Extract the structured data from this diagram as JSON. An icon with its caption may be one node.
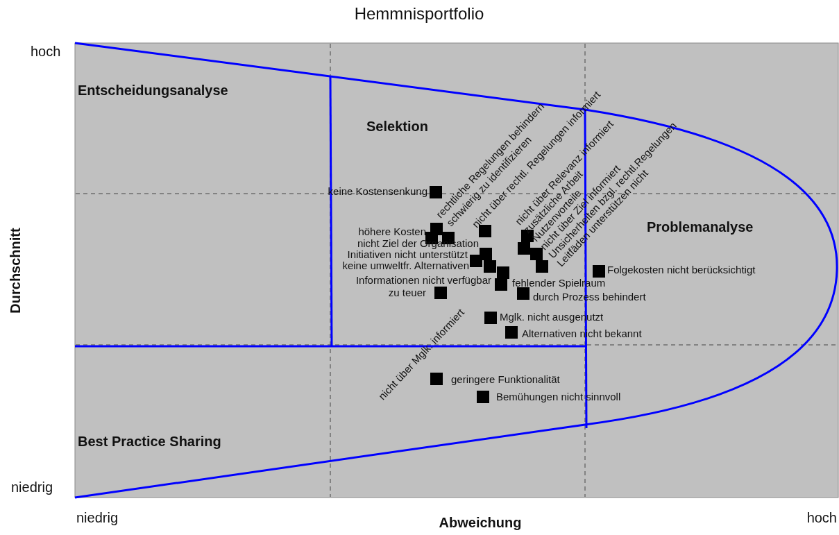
{
  "diagram": {
    "title": "Hemmnisportfolio",
    "labels": [
      "hoch",
      "Entscheidungsanalyse",
      "Selektion",
      "rechtliche Regelungen behindern",
      "schwierig zu identifizieren",
      "nicht über rechtl. Regelungen informiert",
      "nicht über Relevanz informiert",
      "zusätzliche Arbeit",
      "Nutzenvorteile",
      "nicht über Ziel informiert",
      "Unsicherheiten bzgl. rechtl.Regelungen",
      "Leitfäden unterstützen nicht",
      "keine Kostensenkung",
      "Durchschnitt",
      "Problemanalyse",
      "höhere Kosten",
      "nicht Ziel der Organisation",
      "Initiativen nicht unterstützt",
      "keine umweltfr. Alternativen",
      "Folgekosten nicht berücksichtigt",
      "Informationen nicht verfügbar",
      "fehlender Spielraum",
      "zu teuer",
      "durch Prozess behindert",
      "Mglk. nicht ausgenutzt",
      "Alternativen nicht bekannt",
      "nicht über Mglk. informiert",
      "geringere Funktionalität",
      "Bemühungen nicht sinnvoll",
      "Best Practice Sharing",
      "niedrig",
      "niedrig",
      "Abweichung",
      "hoch"
    ]
  }
}
